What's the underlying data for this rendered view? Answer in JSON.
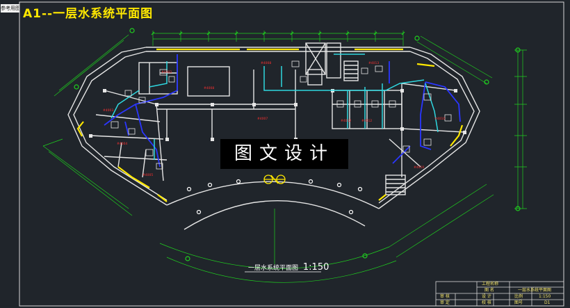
{
  "viewer": {
    "top_tag": "参考用图纸"
  },
  "drawing": {
    "title": "A1--一层水系统平面图",
    "watermark": "图文设计",
    "plan_caption": "一层水系统平面图",
    "plan_scale": "1:150"
  },
  "title_block": {
    "project_label": "工程名称",
    "drawing_label": "图  名",
    "drawing_name": "一层水系统平面图",
    "scale_label": "比例",
    "scale_value": "1:150",
    "sheet_label": "图号",
    "sheet_value": "D1",
    "designer_label": "设  计",
    "reviewer_label": "审  核",
    "approver_label": "审  定",
    "checker_label": "校  核"
  },
  "room_tags": [
    "#4002",
    "#4008",
    "#4003",
    "#4004",
    "#4005",
    "#4007",
    "#4010"
  ],
  "colors": {
    "background": "#20252b",
    "wall": "#e8e8e8",
    "dimension": "#1fd11f",
    "pipe_blue": "#2a36ff",
    "pipe_cyan": "#2fd8e0",
    "window_yellow": "#ffe800",
    "room_label_red": "#ff3030",
    "title_yellow": "#ffe800"
  }
}
